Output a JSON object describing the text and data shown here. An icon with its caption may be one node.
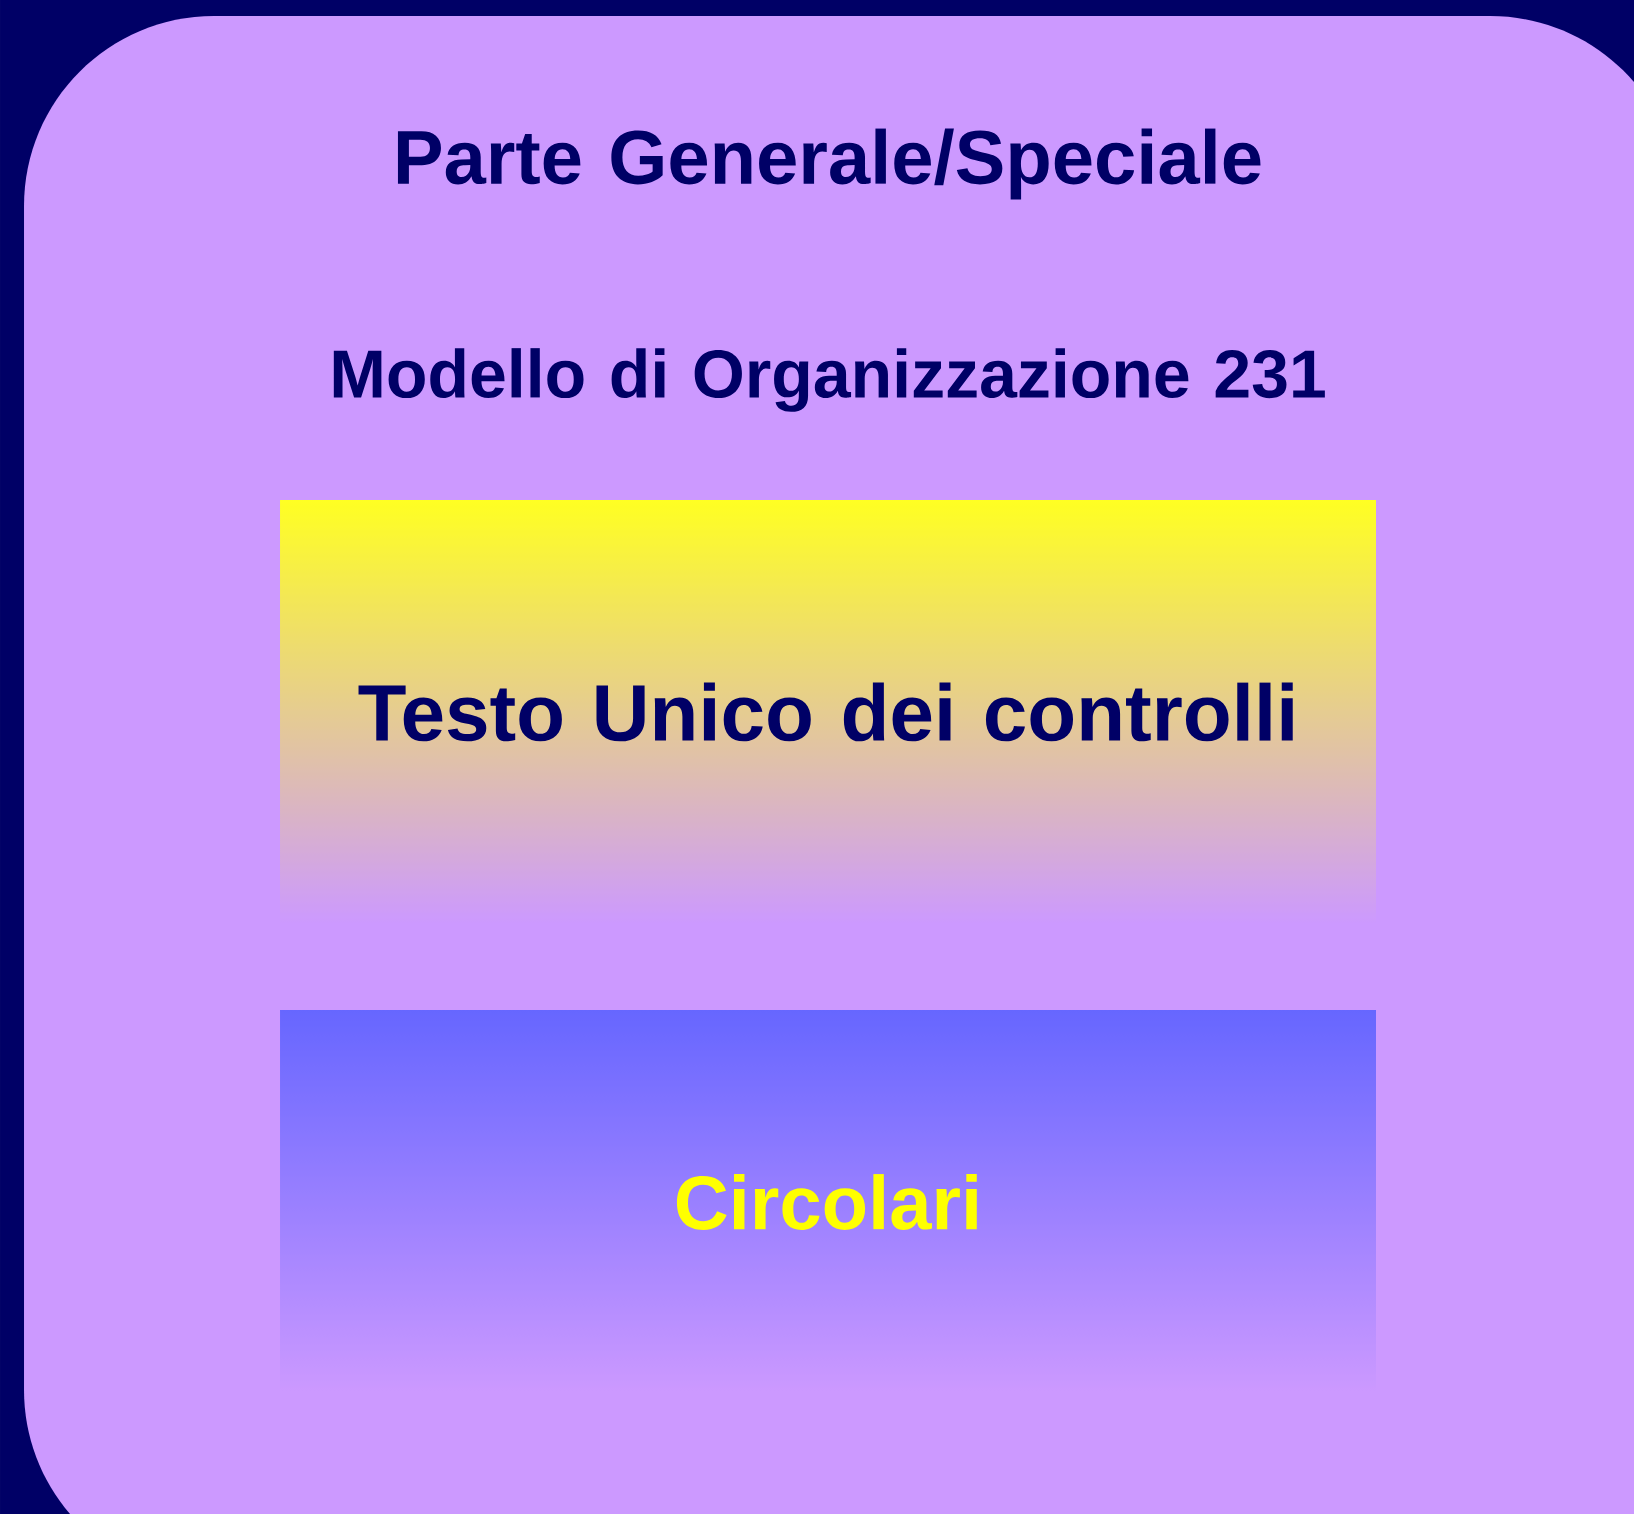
{
  "diagram": {
    "nodes": [
      {
        "text": [
          "Parte Generale/Speciale",
          "Modello di Organizzazione 231"
        ]
      },
      {
        "text": [
          "Testo Unico dei controlli"
        ],
        "in": 0
      },
      {
        "text": [
          "Circolari"
        ],
        "in": 0
      }
    ]
  }
}
